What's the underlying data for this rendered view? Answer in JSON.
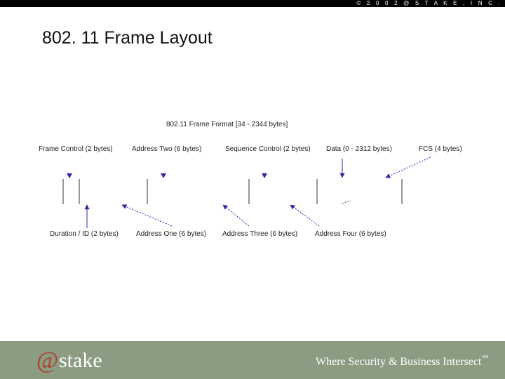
{
  "header": {
    "copyright": "© 2 0 0 2   @ S T A K E ,   I N C ."
  },
  "slide": {
    "title": "802. 11 Frame Layout"
  },
  "diagram": {
    "caption": "802.11 Frame Format [34 - 2344 bytes]",
    "top_labels": [
      "Frame Control (2 bytes)",
      "Address Two (6 bytes)",
      "Sequence Control (2 bytes)",
      "Data (0 - 2312 bytes)",
      "FCS (4 bytes)"
    ],
    "bottom_labels": [
      "Duration / ID (2 bytes)",
      "Address One (6 bytes)",
      "Address Three (6 bytes)",
      "Address Four (6 bytes)"
    ],
    "colors": {
      "arrow": "#2a2aa8",
      "line": "#333333"
    }
  },
  "footer": {
    "logo_text": "@stake",
    "tagline": "Where Security & Business Intersect",
    "tagline_mark": "SM",
    "background": "#8b9c82"
  }
}
